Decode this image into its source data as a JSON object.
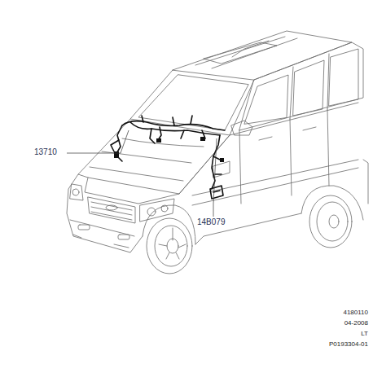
{
  "diagram": {
    "labels": [
      "13710",
      "14B079",
      "4180110",
      "04-2008",
      "LT",
      "P0193304-01"
    ]
  }
}
